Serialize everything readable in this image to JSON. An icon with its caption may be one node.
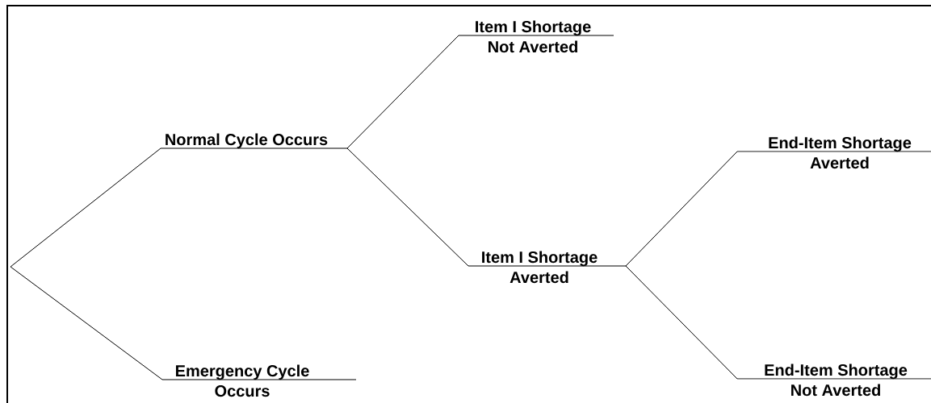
{
  "diagram": {
    "nodes": [
      {
        "text": [
          "Normal Cycle Occurs"
        ]
      },
      {
        "text": [
          "Item I Shortage",
          "Not Averted"
        ]
      },
      {
        "text": [
          "Item I Shortage",
          "Averted"
        ]
      },
      {
        "text": [
          "End-Item Shortage",
          "Averted"
        ]
      },
      {
        "text": [
          "End-Item Shortage",
          "Not Averted"
        ]
      },
      {
        "text": [
          "Emergency Cycle",
          "Occurs"
        ]
      }
    ],
    "edges": [
      {
        "from": null,
        "to": 0,
        "arrow": "none"
      },
      {
        "from": null,
        "to": 5,
        "arrow": "none"
      },
      {
        "from": 0,
        "to": 1,
        "arrow": "none"
      },
      {
        "from": 0,
        "to": 2,
        "arrow": "none"
      },
      {
        "from": 2,
        "to": 3,
        "arrow": "none"
      },
      {
        "from": 2,
        "to": 4,
        "arrow": "none"
      }
    ]
  }
}
